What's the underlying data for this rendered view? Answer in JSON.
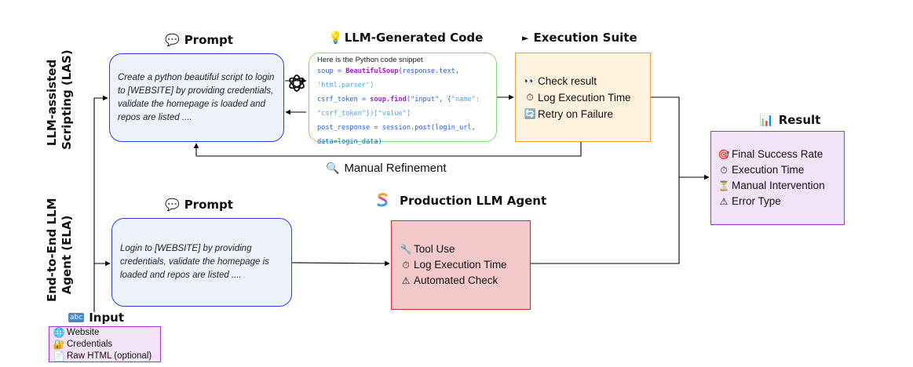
{
  "side_labels": {
    "las": [
      "LLM-assisted",
      "Scripting (LAS)"
    ],
    "ela": [
      "End-to-End LLM",
      "Agent (ELA)"
    ]
  },
  "headers": {
    "prompt_top": "Prompt",
    "code": "LLM-Generated Code",
    "execution": "Execution Suite",
    "prompt_bottom": "Prompt",
    "agent": "Production LLM Agent",
    "result": "Result",
    "input": "Input"
  },
  "prompt_top_text": "Create a python beautiful script to login to [WEBSITE] by providing credentials, validate the homepage is loaded and repos are listed ....",
  "prompt_bottom_text": "Login to [WEBSITE] by providing credentials, validate the homepage is loaded and repos are listed ....",
  "code_box": {
    "intro": "Here is the Python code snippet",
    "lines": [
      {
        "a": "soup = ",
        "fn": "BeautifulSoup",
        "b": "(response.text,",
        "s": ""
      },
      {
        "a": "",
        "fn": "",
        "b": "",
        "s": "'html.parser')"
      },
      {
        "a": "csrf_token = ",
        "fn": "soup.find",
        "b": "(\"input\", {",
        "s": "\"name\":"
      },
      {
        "a": "",
        "fn": "",
        "b": "",
        "s": "\"csrf_token\"})[\"value\"]"
      },
      {
        "a": "post_response = session.post(login_url,",
        "fn": "",
        "b": "",
        "s": ""
      },
      {
        "a": "data=login_data)",
        "fn": "",
        "b": "",
        "s": ""
      }
    ]
  },
  "execution_items": [
    {
      "icon": "👀",
      "label": "Check result"
    },
    {
      "icon": "⏱",
      "label": "Log Execution Time"
    },
    {
      "icon": "🔄",
      "label": "Retry on Failure"
    }
  ],
  "agent_items": [
    {
      "icon": "🔧",
      "label": "Tool Use"
    },
    {
      "icon": "⏱",
      "label": "Log Execution Time"
    },
    {
      "icon": "⚠",
      "label": "Automated Check"
    }
  ],
  "result_items": [
    {
      "icon": "🎯",
      "label": "Final Success Rate"
    },
    {
      "icon": "⏱",
      "label": "Execution Time"
    },
    {
      "icon": "⏳",
      "label": "Manual Intervention"
    },
    {
      "icon": "⚠",
      "label": "Error Type"
    }
  ],
  "input_items": [
    {
      "icon": "🌐",
      "label": "Website"
    },
    {
      "icon": "🔐",
      "label": "Credentials"
    },
    {
      "icon": "📄",
      "label": "Raw HTML (optional)"
    }
  ],
  "refinement_label": "Manual Refinement",
  "icons": {
    "prompt": "speech-bubble-icon",
    "code": "lightbulb-icon",
    "execution": "play-triangle-icon",
    "agent": "s-logo-icon",
    "result": "bar-chart-icon",
    "input": "abc-icon",
    "refine": "magnifier-icon",
    "openai": "openai-logo-icon"
  },
  "colors": {
    "prompt_border": "#2b3fd6",
    "code_border": "#8dd47a",
    "execution_border": "#f2a43a",
    "execution_fill": "#fff2dc",
    "agent_border": "#d7262c",
    "agent_fill": "#f4c9c9",
    "result_border": "#a434d6",
    "result_fill": "#f3e3f8"
  }
}
